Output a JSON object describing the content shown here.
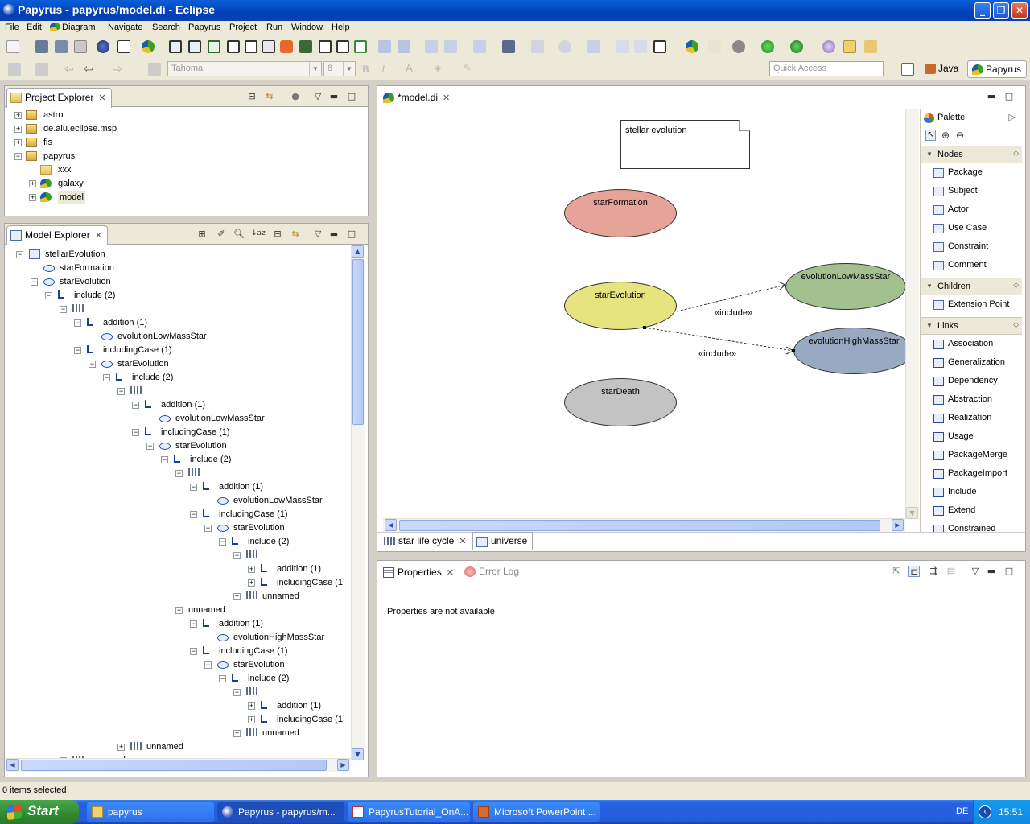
{
  "window": {
    "title": "Papyrus - papyrus/model.di - Eclipse"
  },
  "menu": [
    "File",
    "Edit",
    "Diagram",
    "Navigate",
    "Search",
    "Papyrus",
    "Project",
    "Run",
    "Window",
    "Help"
  ],
  "toolbar": {
    "font_name": "Tahoma",
    "font_size": "8",
    "bold": "B",
    "italic": "I",
    "quick_access_placeholder": "Quick Access"
  },
  "perspectives": [
    {
      "label": "Java"
    },
    {
      "label": "Papyrus"
    }
  ],
  "project_explorer": {
    "tab": "Project Explorer",
    "items": [
      {
        "label": "astro",
        "exp": "+"
      },
      {
        "label": "de.alu.eclipse.msp",
        "exp": "+"
      },
      {
        "label": "fis",
        "exp": "+"
      },
      {
        "label": "papyrus",
        "exp": "−"
      },
      {
        "label": "xxx",
        "exp": ""
      },
      {
        "label": "galaxy",
        "exp": "+"
      },
      {
        "label": "model",
        "exp": "+"
      }
    ]
  },
  "model_explorer": {
    "tab": "Model Explorer",
    "rows": [
      "stellarEvolution",
      "starFormation",
      "starEvolution",
      "include (2)",
      "",
      "addition (1)",
      "evolutionLowMassStar",
      "includingCase (1)",
      "starEvolution",
      "include (2)",
      "",
      "addition (1)",
      "evolutionLowMassStar",
      "includingCase (1)",
      "starEvolution",
      "include (2)",
      "",
      "addition (1)",
      "evolutionLowMassStar",
      "includingCase (1)",
      "starEvolution",
      "include (2)",
      "",
      "addition (1)",
      "includingCase (1",
      "unnamed",
      "unnamed",
      "addition (1)",
      "evolutionHighMassStar",
      "includingCase (1)",
      "starEvolution",
      "include (2)",
      "",
      "addition (1)",
      "includingCase (1",
      "unnamed",
      "unnamed",
      "unnamed"
    ]
  },
  "editor": {
    "tab": "*model.di",
    "note_text": "stellar evolution",
    "use_cases": {
      "formation": "starFormation",
      "evolution": "starEvolution",
      "low_mass": "evolutionLowMassStar",
      "high_mass": "evolutionHighMassStar",
      "death": "starDeath"
    },
    "include_label": "«include»",
    "diagram_tabs": [
      "star life cycle",
      "universe"
    ],
    "colors": {
      "formation": "#e6a398",
      "evolution": "#e5e47e",
      "low_mass": "#a3c08f",
      "high_mass": "#9aa9c2",
      "death": "#c3c3c3"
    }
  },
  "palette": {
    "title": "Palette",
    "sections": {
      "nodes": "Nodes",
      "children": "Children",
      "links": "Links"
    },
    "nodes": [
      "Package",
      "Subject",
      "Actor",
      "Use Case",
      "Constraint",
      "Comment"
    ],
    "children": [
      "Extension Point"
    ],
    "links": [
      "Association",
      "Generalization",
      "Dependency",
      "Abstraction",
      "Realization",
      "Usage",
      "PackageMerge",
      "PackageImport",
      "Include",
      "Extend",
      "Constrained"
    ]
  },
  "properties": {
    "tab": "Properties",
    "tab2": "Error Log",
    "message": "Properties are not available."
  },
  "status": {
    "text": "0 items selected"
  },
  "taskbar": {
    "start": "Start",
    "tasks": [
      "papyrus",
      "Papyrus - papyrus/m...",
      "PapyrusTutorial_OnA...",
      "Microsoft PowerPoint ..."
    ],
    "lang": "DE",
    "time": "15:51"
  }
}
